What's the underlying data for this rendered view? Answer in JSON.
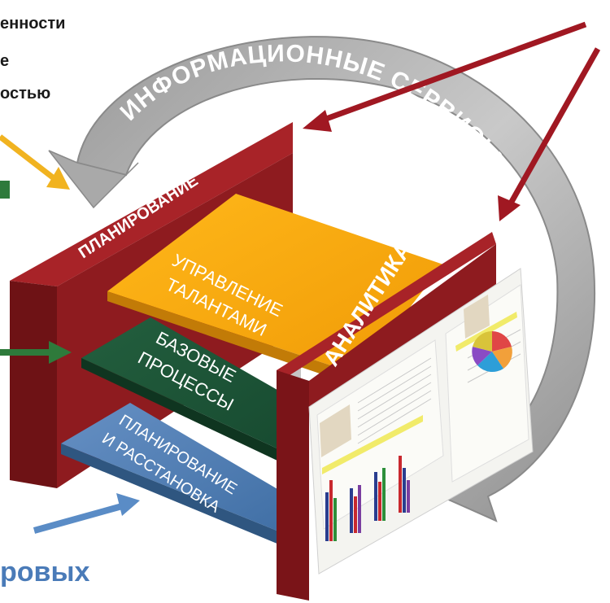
{
  "left_texts": {
    "line1": "енности",
    "line2": "е",
    "line3": "остью",
    "bottom": "ровых"
  },
  "ring_label": "ИНФОРМАЦИОННЫЕ СЕРВИСЫ",
  "pillars": {
    "left": "ПЛАНИРОВАНИЕ",
    "right": "АНАЛИТИКА"
  },
  "layers": {
    "top": [
      "УПРАВЛЕНИЕ",
      "ТАЛАНТАМИ"
    ],
    "middle": [
      "БАЗОВЫЕ",
      "ПРОЦЕССЫ"
    ],
    "bottom": [
      "ПЛАНИРОВАНИЕ",
      "И РАССТАНОВКА"
    ]
  },
  "colors": {
    "dark_red": "#8e1b1f",
    "orange": "#f3a90f",
    "green": "#1f5a3a",
    "blue": "#4c78ac",
    "ring_gray": "#b4b4b4",
    "arrow_red": "#a01822",
    "arrow_yellow": "#f1b320",
    "arrow_green": "#2e7a3b",
    "arrow_blue": "#5a8cc6"
  }
}
